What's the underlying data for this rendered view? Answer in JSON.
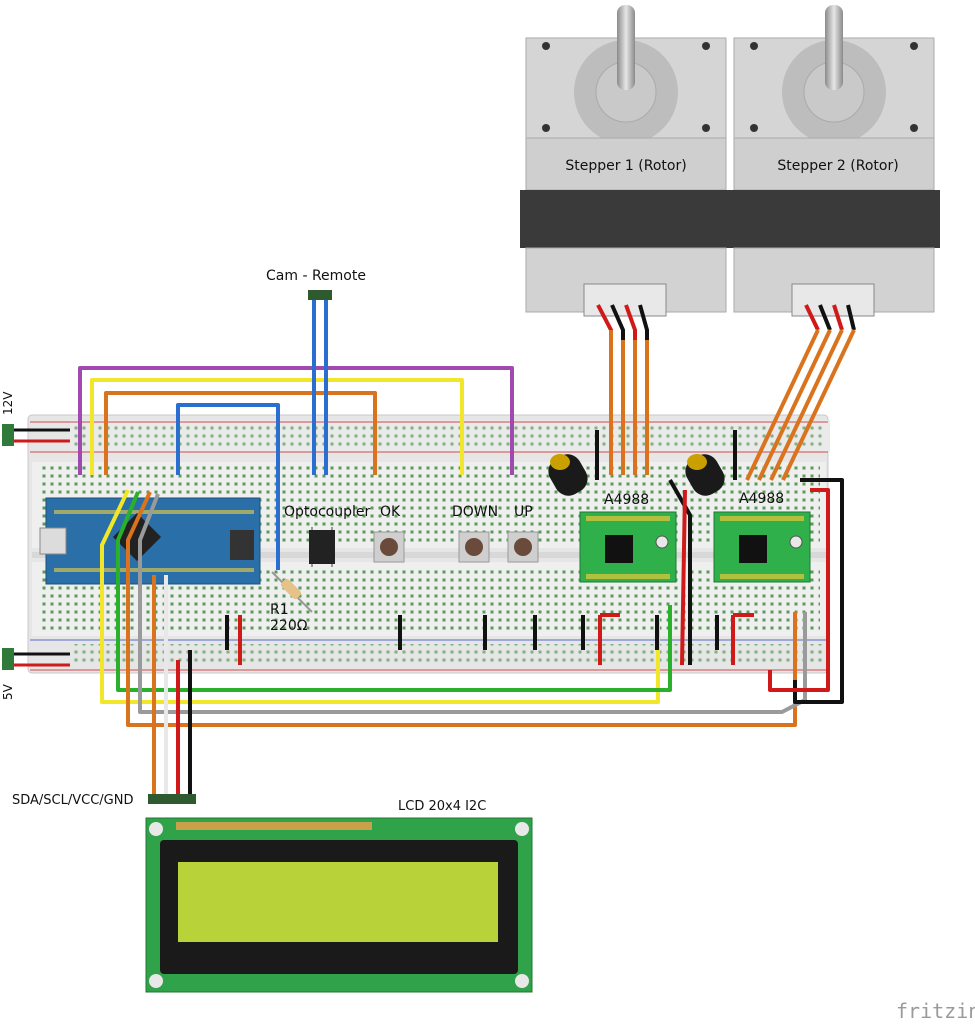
{
  "labels": {
    "stepper1": "Stepper 1 (Rotor)",
    "stepper2": "Stepper 2 (Rotor)",
    "cam_remote": "Cam - Remote",
    "v12": "12V",
    "v5": "5V",
    "optocoupler": "Optocoupler",
    "ok": "OK",
    "down": "DOWN",
    "up": "UP",
    "r1": "R1",
    "r1_value": "220Ω",
    "driver1": "A4988",
    "driver2": "A4988",
    "i2c_pins": "SDA/SCL/VCC/GND",
    "lcd": "LCD 20x4 I2C",
    "watermark": "fritzing"
  },
  "wire_colors": {
    "purple": "#a04ab0",
    "yellow": "#f2e62a",
    "orange": "#d9731e",
    "blue": "#2a6fd0",
    "green": "#2ab02a",
    "gray": "#9a9a9a",
    "white": "#e8e8e8",
    "red": "#d01a1a",
    "black": "#111111"
  },
  "component_colors": {
    "breadboard": "#e4e4e4",
    "arduino": "#2a6fa8",
    "driver_board": "#2fb04a",
    "stepper_body": "#c9c9c9",
    "stepper_dark": "#3a3a3a",
    "lcd_board": "#2fa24a",
    "lcd_screen": "#b8d23a"
  }
}
